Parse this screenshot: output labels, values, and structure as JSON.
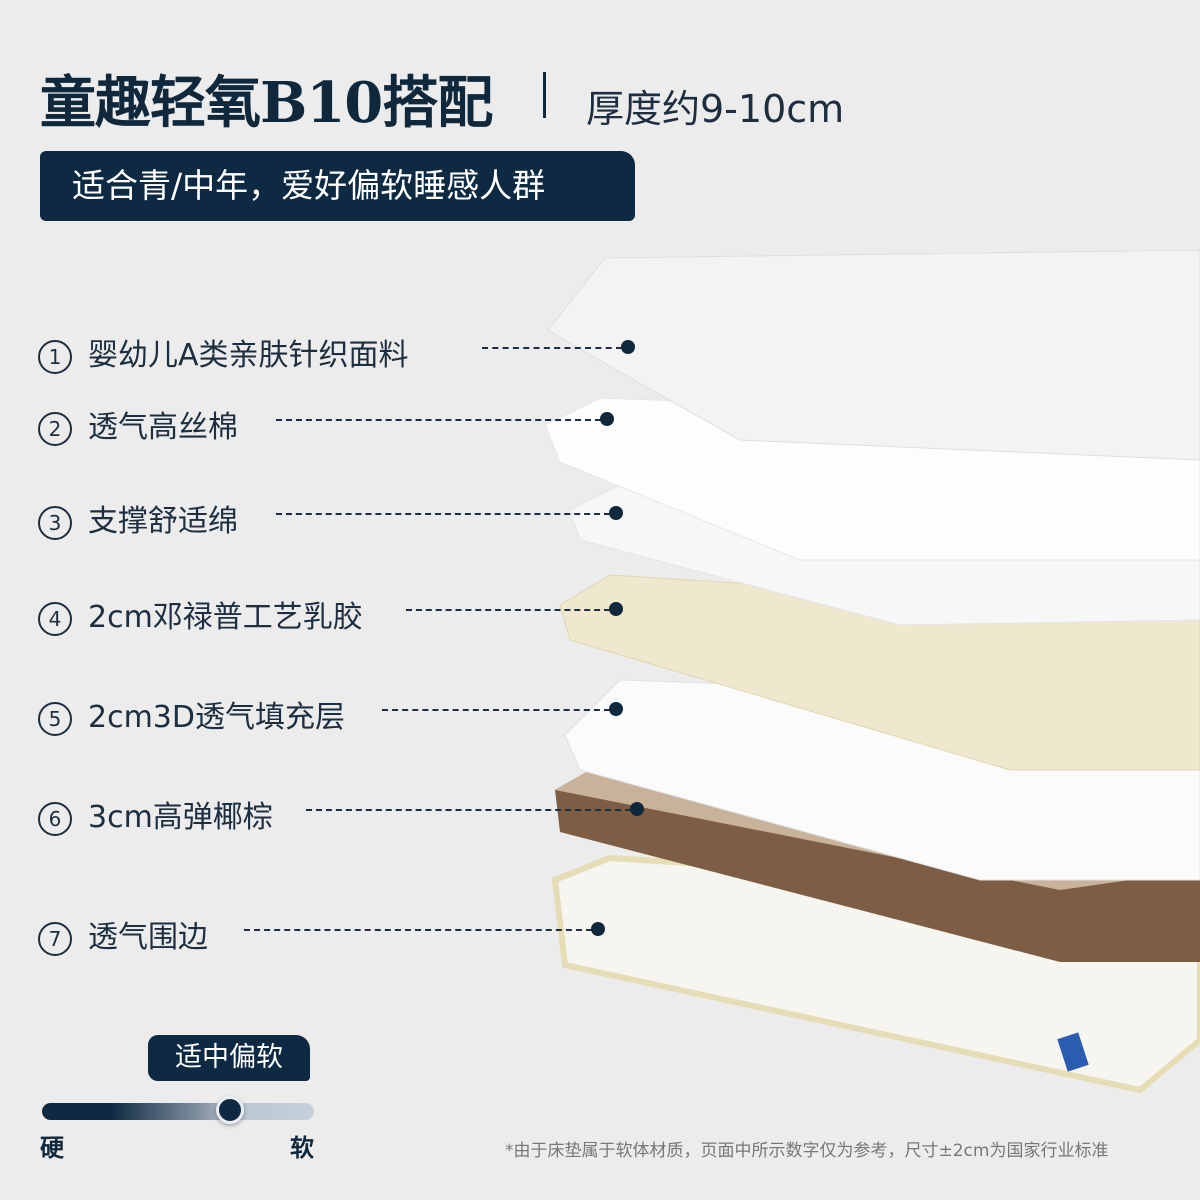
{
  "header": {
    "title": "童趣轻氧B10搭配",
    "separator": "|",
    "thickness": "厚度约9-10cm",
    "audience_tag": "适合青/中年，爱好偏软睡感人群"
  },
  "layers": [
    {
      "num": "1",
      "label": "婴幼儿A类亲肤针织面料"
    },
    {
      "num": "2",
      "label": "透气高丝棉"
    },
    {
      "num": "3",
      "label": "支撑舒适绵"
    },
    {
      "num": "4",
      "label": "2cm邓禄普工艺乳胶"
    },
    {
      "num": "5",
      "label": "2cm3D透气填充层"
    },
    {
      "num": "6",
      "label": "3cm高弹椰棕"
    },
    {
      "num": "7",
      "label": "透气围边"
    }
  ],
  "firmness": {
    "badge": "适中偏软",
    "min_label": "硬",
    "max_label": "软",
    "value_fraction": 0.69
  },
  "footnote": "*由于床垫属于软体材质，页面中所示数字仅为参考，尺寸±2cm为国家行业标准",
  "colors": {
    "navy": "#0e2a43",
    "background": "#ececec",
    "latex": "#efe8cf",
    "coir": "#8a6a4f"
  }
}
